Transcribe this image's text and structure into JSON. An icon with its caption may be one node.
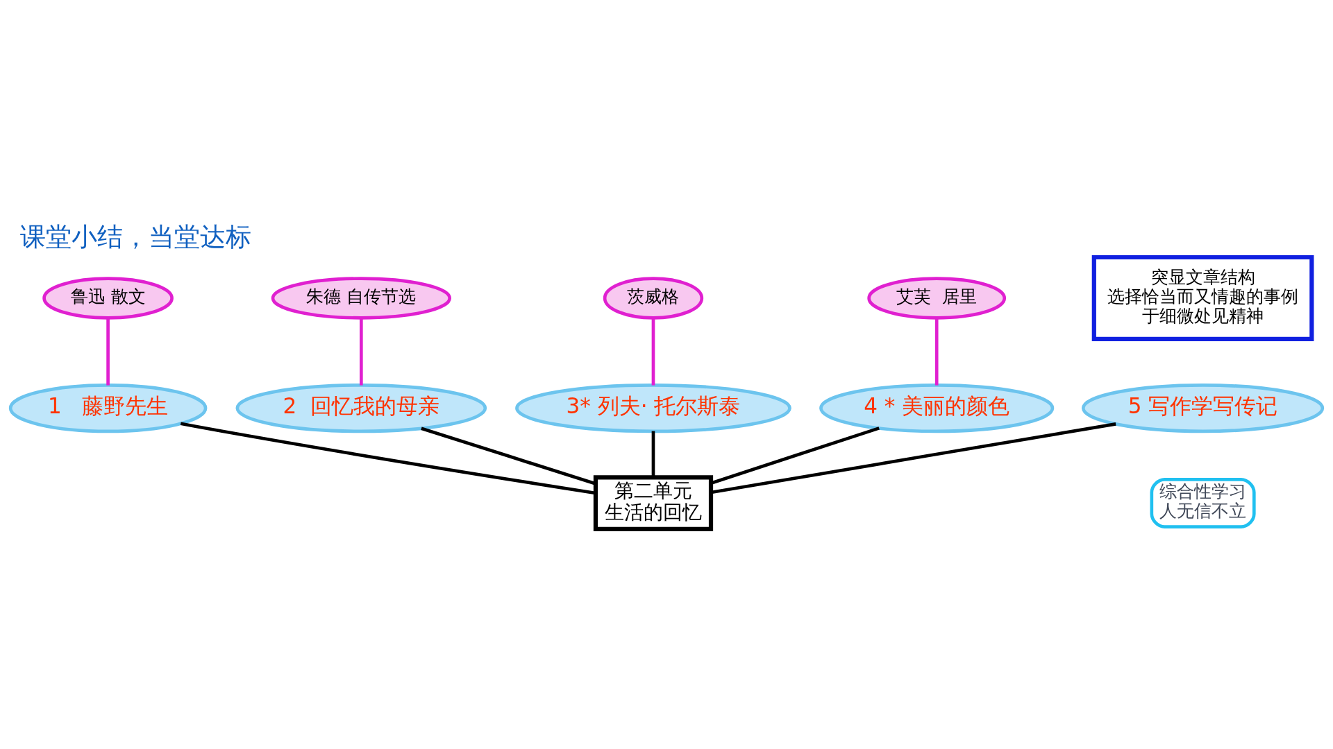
{
  "diagram": {
    "title": "课堂小结，当堂达标",
    "nodes": [
      {
        "text": [
          "第二单元",
          "生活的回忆"
        ]
      },
      {
        "text": [
          "1   藤野先生"
        ]
      },
      {
        "text": [
          "鲁迅 散文"
        ]
      },
      {
        "text": [
          "2  回忆我的母亲"
        ]
      },
      {
        "text": [
          "朱德 自传节选"
        ]
      },
      {
        "text": [
          "3* 列夫· 托尔斯泰"
        ]
      },
      {
        "text": [
          "茨威格"
        ]
      },
      {
        "text": [
          "4 * 美丽的颜色"
        ]
      },
      {
        "text": [
          "艾芙  居里"
        ]
      },
      {
        "text": [
          "5 写作学写传记"
        ]
      },
      {
        "text": [
          "综合性学习",
          "人无信不立"
        ]
      },
      {
        "text": [
          "突显文章结构",
          "选择恰当而又情趣的事例",
          "于细微处见精神"
        ]
      }
    ],
    "edges": [
      {
        "from": 0,
        "to": 1,
        "arrow": "none"
      },
      {
        "from": 0,
        "to": 3,
        "arrow": "none"
      },
      {
        "from": 0,
        "to": 5,
        "arrow": "none"
      },
      {
        "from": 0,
        "to": 7,
        "arrow": "none"
      },
      {
        "from": 0,
        "to": 9,
        "arrow": "none"
      },
      {
        "from": 1,
        "to": 2,
        "arrow": "none",
        "color": "#e020d0"
      },
      {
        "from": 3,
        "to": 4,
        "arrow": "none",
        "color": "#e020d0"
      },
      {
        "from": 5,
        "to": 6,
        "arrow": "none",
        "color": "#e020d0"
      },
      {
        "from": 7,
        "to": 8,
        "arrow": "none",
        "color": "#e020d0"
      }
    ]
  }
}
